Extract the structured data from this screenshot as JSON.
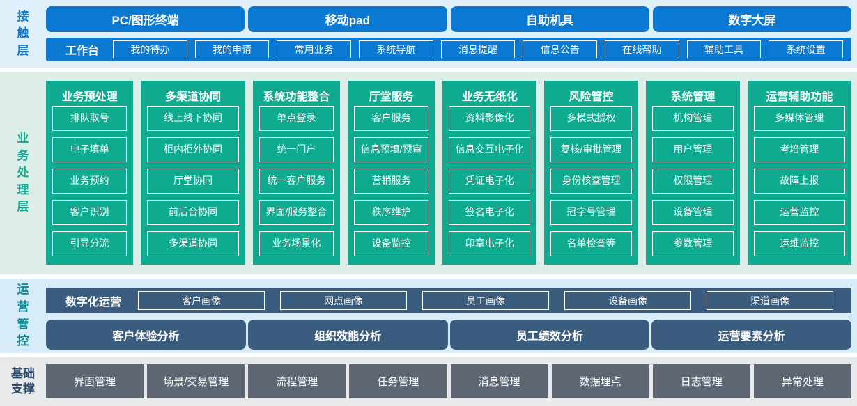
{
  "contact": {
    "label": "接触层",
    "terminals": [
      "PC/图形终端",
      "移动pad",
      "自助机具",
      "数字大屏"
    ],
    "workbench": {
      "label": "工作台",
      "items": [
        "我的待办",
        "我的申请",
        "常用业务",
        "系统导航",
        "消息提醒",
        "信息公告",
        "在线帮助",
        "辅助工具",
        "系统设置"
      ]
    }
  },
  "business": {
    "label": "业务处理层",
    "columns": [
      {
        "title": "业务预处理",
        "items": [
          "排队取号",
          "电子填单",
          "业务预约",
          "客户识别",
          "引导分流"
        ]
      },
      {
        "title": "多渠道协同",
        "items": [
          "线上线下协同",
          "柜内柜外协同",
          "厅堂协同",
          "前后台协同",
          "多渠道协同"
        ]
      },
      {
        "title": "系统功能整合",
        "items": [
          "单点登录",
          "统一门户",
          "统一客户服务",
          "界面/服务整合",
          "业务场景化"
        ]
      },
      {
        "title": "厅堂服务",
        "items": [
          "客户服务",
          "信息预填/预审",
          "营销服务",
          "秩序维护",
          "设备监控"
        ]
      },
      {
        "title": "业务无纸化",
        "items": [
          "资料影像化",
          "信息交互电子化",
          "凭证电子化",
          "签名电子化",
          "印章电子化"
        ]
      },
      {
        "title": "风险管控",
        "items": [
          "多模式授权",
          "复核/审批管理",
          "身份核查管理",
          "冠字号管理",
          "名单检查等"
        ]
      },
      {
        "title": "系统管理",
        "items": [
          "机构管理",
          "用户管理",
          "权限管理",
          "设备管理",
          "参数管理"
        ]
      },
      {
        "title": "运营辅助功能",
        "items": [
          "多媒体管理",
          "考培管理",
          "故障上报",
          "运营监控",
          "运维监控"
        ]
      }
    ]
  },
  "operations": {
    "label": "运营管控",
    "digital_ops": {
      "label": "数字化运营",
      "items": [
        "客户画像",
        "网点画像",
        "员工画像",
        "设备画像",
        "渠道画像"
      ]
    },
    "analysis": [
      "客户体验分析",
      "组织效能分析",
      "员工绩效分析",
      "运营要素分析"
    ]
  },
  "foundation": {
    "label": "基础支撑",
    "items": [
      "界面管理",
      "场景/交易管理",
      "流程管理",
      "任务管理",
      "消息管理",
      "数据埋点",
      "日志管理",
      "异常处理"
    ]
  },
  "colors": {
    "blue": "#0b79d1",
    "green": "#0fab90",
    "navy": "#3a5c7e",
    "slate": "#5d6672",
    "contact_bg": "#e0f0fa",
    "business_bg": "#ddeee8",
    "ops_bg": "#d7ebf8",
    "foundation_bg": "#e8e9ea",
    "contact_label": "#0c77cf",
    "business_label": "#0fab90",
    "ops_label": "#0d8792",
    "foundation_label": "#2b4a6b",
    "box_text": "#ffffff"
  }
}
